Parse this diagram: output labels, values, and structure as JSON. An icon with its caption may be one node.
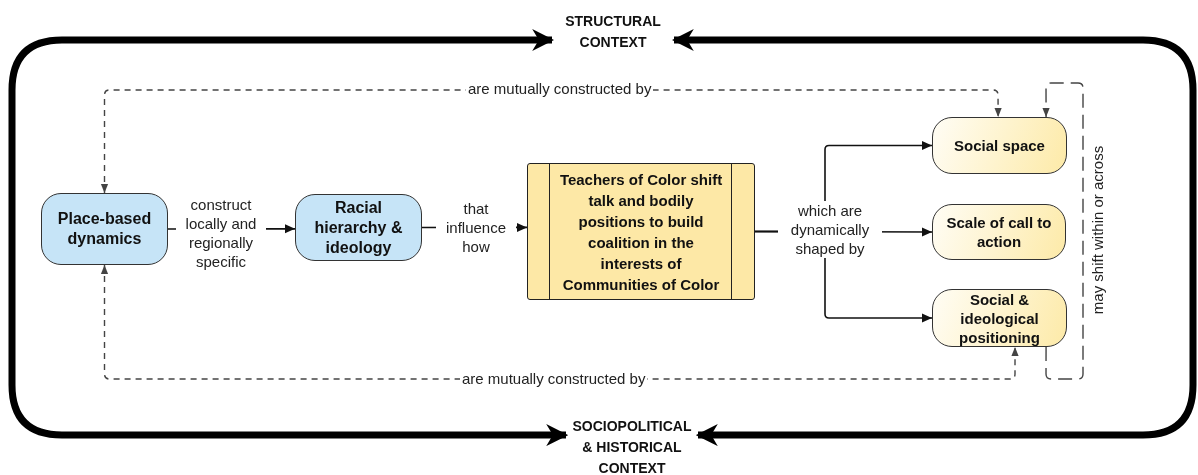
{
  "diagram": {
    "nodes": [
      {
        "text": [
          "STRUCTURAL CONTEXT"
        ]
      },
      {
        "text": [
          "SOCIOPOLITICAL & HISTORICAL CONTEXT"
        ]
      },
      {
        "text": [
          "Place-based dynamics"
        ]
      },
      {
        "text": [
          "Racial hierarchy & ideology"
        ]
      },
      {
        "text": [
          "Teachers of Color shift talk and bodily positions to build coalition in the interests of Communities of Color"
        ]
      },
      {
        "text": [
          "Social space"
        ]
      },
      {
        "text": [
          "Scale of call to action"
        ]
      },
      {
        "text": [
          "Social & ideological positioning"
        ]
      }
    ],
    "edges": [
      {
        "from": 0,
        "to": 1,
        "arrow": "both",
        "style": "thick"
      },
      {
        "from": 0,
        "to": 1,
        "arrow": "both",
        "style": "thick"
      },
      {
        "from": 2,
        "to": 3,
        "arrow": "to",
        "label": "construct locally and regionally specific"
      },
      {
        "from": 3,
        "to": 4,
        "arrow": "to",
        "label": "that influence how"
      },
      {
        "from": 4,
        "to": 5,
        "arrow": "to"
      },
      {
        "from": 4,
        "to": 6,
        "arrow": "to",
        "label": "which are dynamically shaped by"
      },
      {
        "from": 4,
        "to": 7,
        "arrow": "to"
      },
      {
        "from": 2,
        "to": 5,
        "arrow": "both",
        "style": "dashed",
        "label": "are mutually constructed by"
      },
      {
        "from": 2,
        "to": 7,
        "arrow": "both",
        "style": "dashed",
        "label": "are mutually constructed by"
      },
      {
        "from": 7,
        "to": 5,
        "arrow": "to",
        "style": "dashed",
        "label": "may shift within or across"
      }
    ]
  }
}
